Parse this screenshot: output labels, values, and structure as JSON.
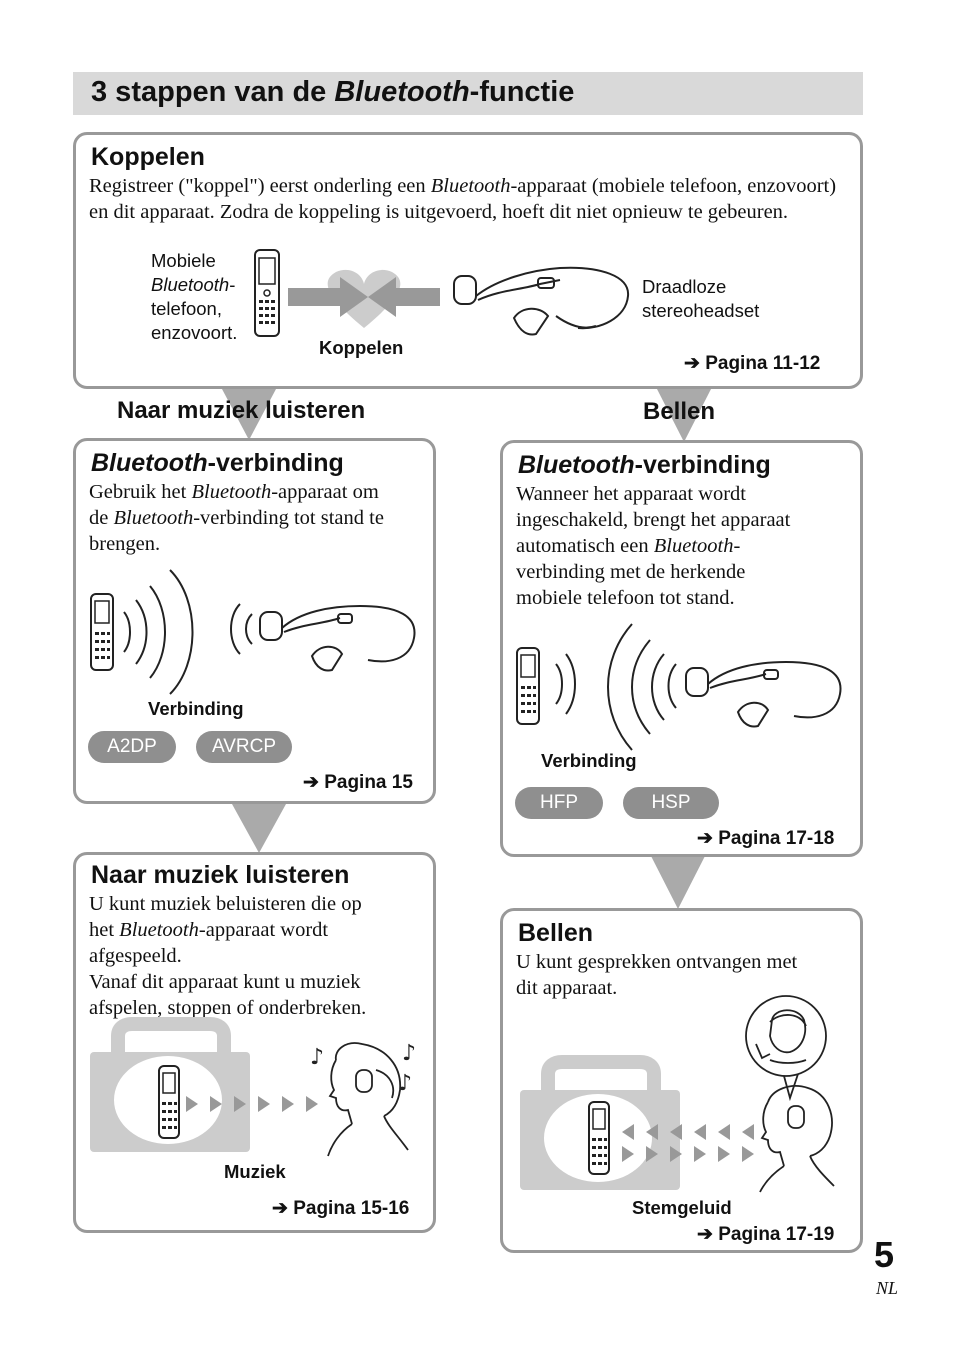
{
  "page": {
    "number": "5",
    "language": "NL"
  },
  "banner": {
    "title_prefix": "3 stappen van de ",
    "title_italic": "Bluetooth",
    "title_suffix": "-functie"
  },
  "pairing": {
    "heading": "Koppelen",
    "body_1": "Registreer (\"koppel\") eerst onderling een ",
    "body_italic": "Bluetooth",
    "body_2": "-apparaat (mobiele telefoon, enzovoort)",
    "body_3": "en dit apparaat. Zodra de koppeling is uitgevoerd, hoeft dit niet opnieuw te gebeuren.",
    "phone_label_1": "Mobiele",
    "phone_label_italic": "Bluetooth",
    "phone_label_2": "-",
    "phone_label_3": "telefoon,",
    "phone_label_4": "enzovoort.",
    "headset_label_1": "Draadloze",
    "headset_label_2": "stereoheadset",
    "arrows_label": "Koppelen",
    "ref": "Pagina 11-12"
  },
  "flows": {
    "left": "Naar muziek luisteren",
    "right": "Bellen"
  },
  "music_connection": {
    "heading_italic": "Bluetooth",
    "heading_suffix": "-verbinding",
    "body_1": "Gebruik het ",
    "body_italic_1": "Bluetooth",
    "body_2": "-apparaat om",
    "body_3": "de ",
    "body_italic_2": "Bluetooth",
    "body_4": "-verbinding tot stand te",
    "body_5": "brengen.",
    "connection_label": "Verbinding",
    "profiles": [
      "A2DP",
      "AVRCP"
    ],
    "ref": "Pagina 15"
  },
  "call_connection": {
    "heading_italic": "Bluetooth",
    "heading_suffix": "-verbinding",
    "line_1": "Wanneer het apparaat wordt",
    "line_2": "ingeschakeld, brengt het apparaat",
    "line_3a": "automatisch een ",
    "line_3_italic": "Bluetooth-",
    "line_4": "verbinding met de herkende",
    "line_5": "mobiele telefoon tot stand.",
    "connection_label": "Verbinding",
    "profiles": [
      "HFP",
      "HSP"
    ],
    "ref": "Pagina 17-18"
  },
  "music": {
    "heading": "Naar muziek luisteren",
    "line_1": "U kunt muziek beluisteren die op",
    "line_2a": "het ",
    "line_2_italic": "Bluetooth",
    "line_2b": "-apparaat wordt",
    "line_3": "afgespeeld.",
    "line_4": "Vanaf dit apparaat kunt u muziek",
    "line_5": "afspelen, stoppen of onderbreken.",
    "caption": "Muziek",
    "ref": "Pagina 15-16"
  },
  "calls": {
    "heading": "Bellen",
    "line_1": "U kunt gesprekken ontvangen met",
    "line_2": "dit apparaat.",
    "caption": "Stemgeluid",
    "ref": "Pagina 17-19"
  },
  "icons": {
    "ref_arrow": "arrow-right-icon",
    "note": "music-note-icon"
  },
  "colors": {
    "banner": "#d9d9d9",
    "border": "#999999",
    "pill": "#8f8f8f",
    "triangle": "#aaaaaa",
    "art": "#cccccc"
  }
}
